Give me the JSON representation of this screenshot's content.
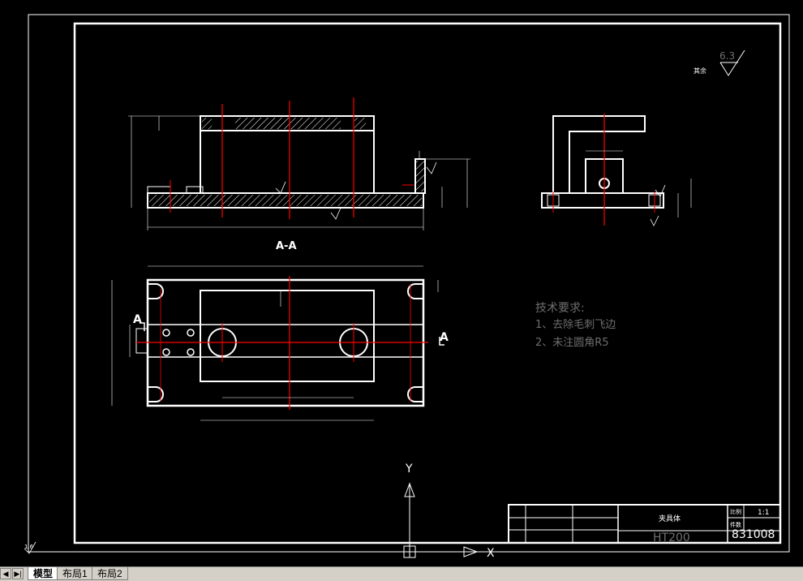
{
  "drawing": {
    "section_label": "A-A",
    "view_marker_left": "A",
    "view_marker_right": "A",
    "surface_roughness": "6.3",
    "roughness_note": "其余",
    "roughness_small": "1.6"
  },
  "technical_requirements": {
    "heading": "技术要求:",
    "items": [
      "1、去除毛刺飞边",
      "2、未注圆角R5"
    ]
  },
  "title_block": {
    "part_name": "夹具体",
    "material": "HT200",
    "scale_label": "比例",
    "scale_value": "1:1",
    "count_label": "件数",
    "drawing_number": "831008"
  },
  "ucs": {
    "y_label": "Y",
    "x_label": "X"
  },
  "tabs": {
    "model": "模型",
    "layout1": "布局1",
    "layout2": "布局2"
  },
  "colors": {
    "background": "#000000",
    "lines": "#ffffff",
    "centerlines": "#ff0000",
    "text_gray": "#6e6e6e"
  }
}
